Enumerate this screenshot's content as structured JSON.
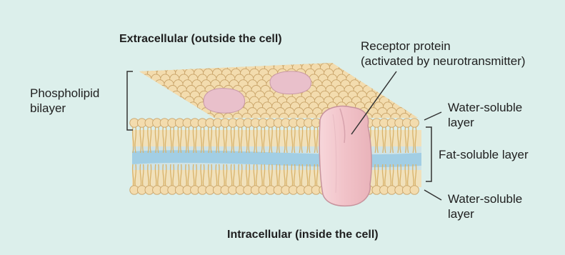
{
  "title_top": "Extracellular (outside the cell)",
  "title_bottom": "Intracellular (inside the cell)",
  "labels": {
    "phospholipid_line1": "Phospholipid",
    "phospholipid_line2": "bilayer",
    "receptor_line1": "Receptor protein",
    "receptor_line2": "(activated by neurotransmitter)",
    "water_top_line1": "Water-soluble",
    "water_top_line2": "layer",
    "fat_soluble": "Fat-soluble layer",
    "water_bottom_line1": "Water-soluble",
    "water_bottom_line2": "layer"
  },
  "colors": {
    "background": "#dcefeb",
    "lipid_head": "#f3dcae",
    "lipid_tail": "#d9b36a",
    "hydrophobic_core": "#a9d0e6",
    "protein": "#f3c7cc",
    "line": "#333333"
  }
}
